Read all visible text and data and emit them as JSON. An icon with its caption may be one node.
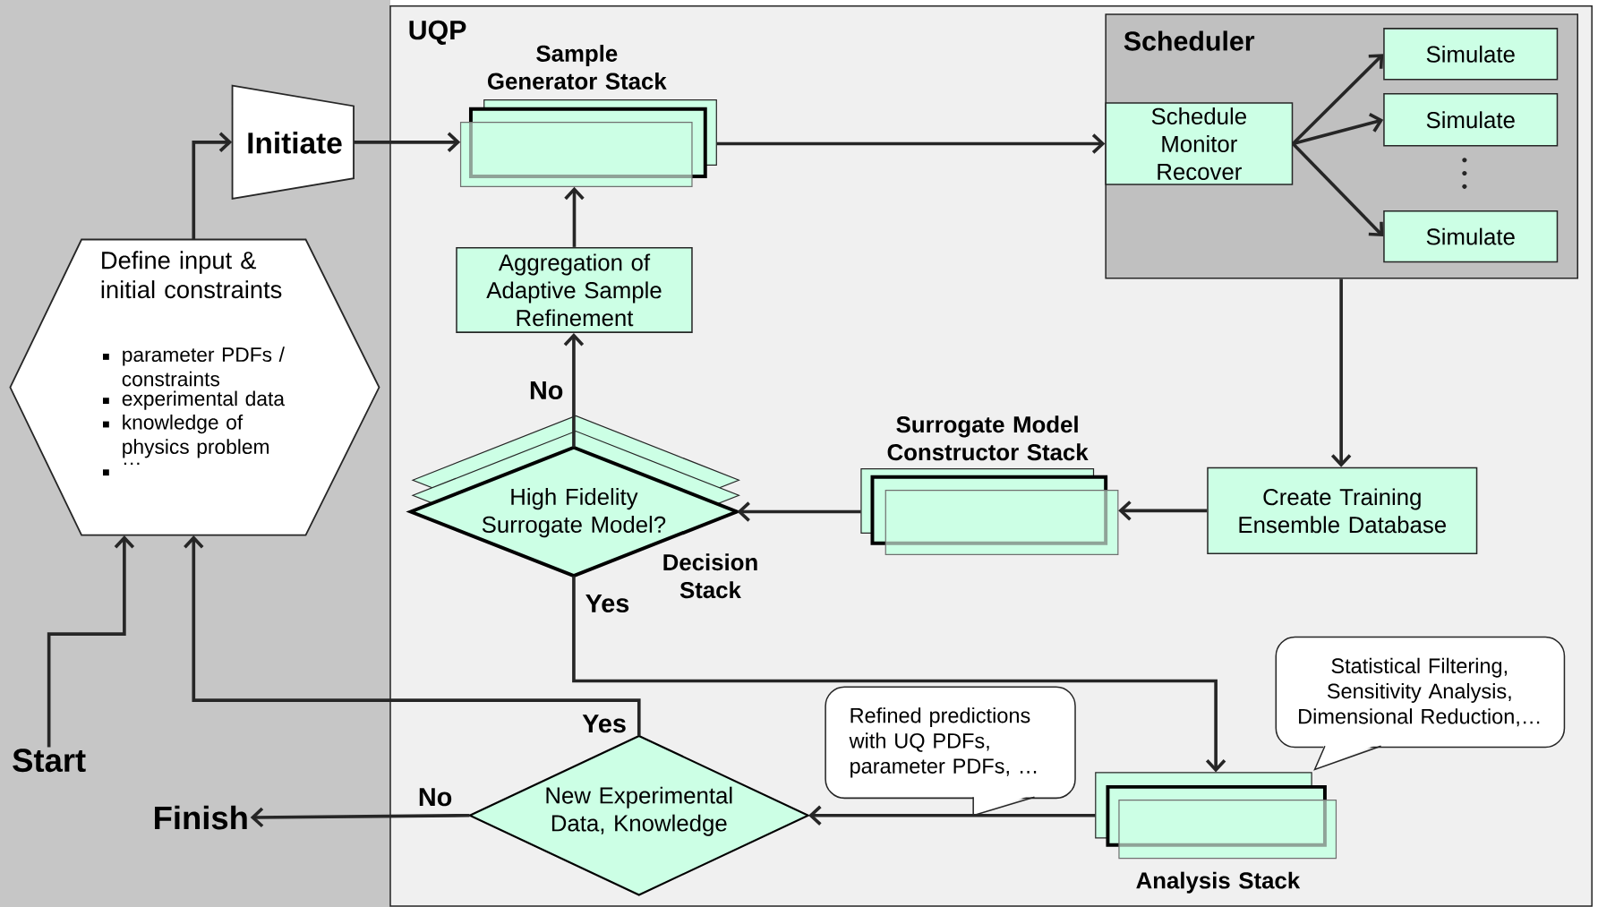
{
  "diagram": {
    "nodes": [
      {
        "text": [
          "UQP"
        ]
      },
      {
        "text": [
          "Scheduler"
        ],
        "in": 0
      },
      {
        "text": [
          "Start"
        ]
      },
      {
        "text": [
          "Define input & initial constraints",
          "parameter PDFs / constraints",
          "experimental data",
          "knowledge of physics problem",
          "…"
        ]
      },
      {
        "text": [
          "Initiate"
        ]
      },
      {
        "text": [
          "Sample Generator Stack"
        ],
        "in": 0
      },
      {
        "text": [
          "Schedule Monitor Recover"
        ],
        "in": 1
      },
      {
        "text": [
          "Simulate"
        ],
        "in": 1
      },
      {
        "text": [
          "Simulate"
        ],
        "in": 1
      },
      {
        "text": [
          "Simulate"
        ],
        "in": 1
      },
      {
        "text": [
          "Aggregation of Adaptive Sample Refinement"
        ],
        "in": 0
      },
      {
        "text": [
          "Create Training Ensemble Database"
        ],
        "in": 0
      },
      {
        "text": [
          "Surrogate Model Constructor Stack"
        ],
        "in": 0
      },
      {
        "text": [
          "High Fidelity Surrogate Model?",
          "Decision Stack"
        ],
        "in": 0
      },
      {
        "text": [
          "Analysis Stack"
        ],
        "in": 0
      },
      {
        "text": [
          "Refined predictions with UQ PDFs, parameter PDFs, …"
        ],
        "in": 0
      },
      {
        "text": [
          "Statistical Filtering, Sensitivity Analysis, Dimensional Reduction,…"
        ],
        "in": 0
      },
      {
        "text": [
          "New Experimental Data, Knowledge"
        ],
        "in": 0
      },
      {
        "text": [
          "Finish"
        ]
      }
    ],
    "edges": [
      {
        "from": 2,
        "to": 3,
        "arrow": "to"
      },
      {
        "from": 3,
        "to": 4,
        "arrow": "to"
      },
      {
        "from": 4,
        "to": 5,
        "arrow": "to"
      },
      {
        "from": 5,
        "to": 6,
        "arrow": "to"
      },
      {
        "from": 6,
        "to": 7,
        "arrow": "to"
      },
      {
        "from": 6,
        "to": 8,
        "arrow": "to"
      },
      {
        "from": 6,
        "to": 9,
        "arrow": "to"
      },
      {
        "from": 1,
        "to": 11,
        "arrow": "to"
      },
      {
        "from": 11,
        "to": 12,
        "arrow": "to"
      },
      {
        "from": 12,
        "to": 13,
        "arrow": "to"
      },
      {
        "from": 13,
        "to": 10,
        "arrow": "to",
        "label": "No"
      },
      {
        "from": 10,
        "to": 5,
        "arrow": "to"
      },
      {
        "from": 13,
        "to": 14,
        "arrow": "to",
        "label": "Yes"
      },
      {
        "from": 14,
        "to": 17,
        "arrow": "to"
      },
      {
        "from": 17,
        "to": 18,
        "arrow": "to",
        "label": "No"
      },
      {
        "from": 17,
        "to": 3,
        "arrow": "to",
        "label": "Yes"
      }
    ]
  }
}
